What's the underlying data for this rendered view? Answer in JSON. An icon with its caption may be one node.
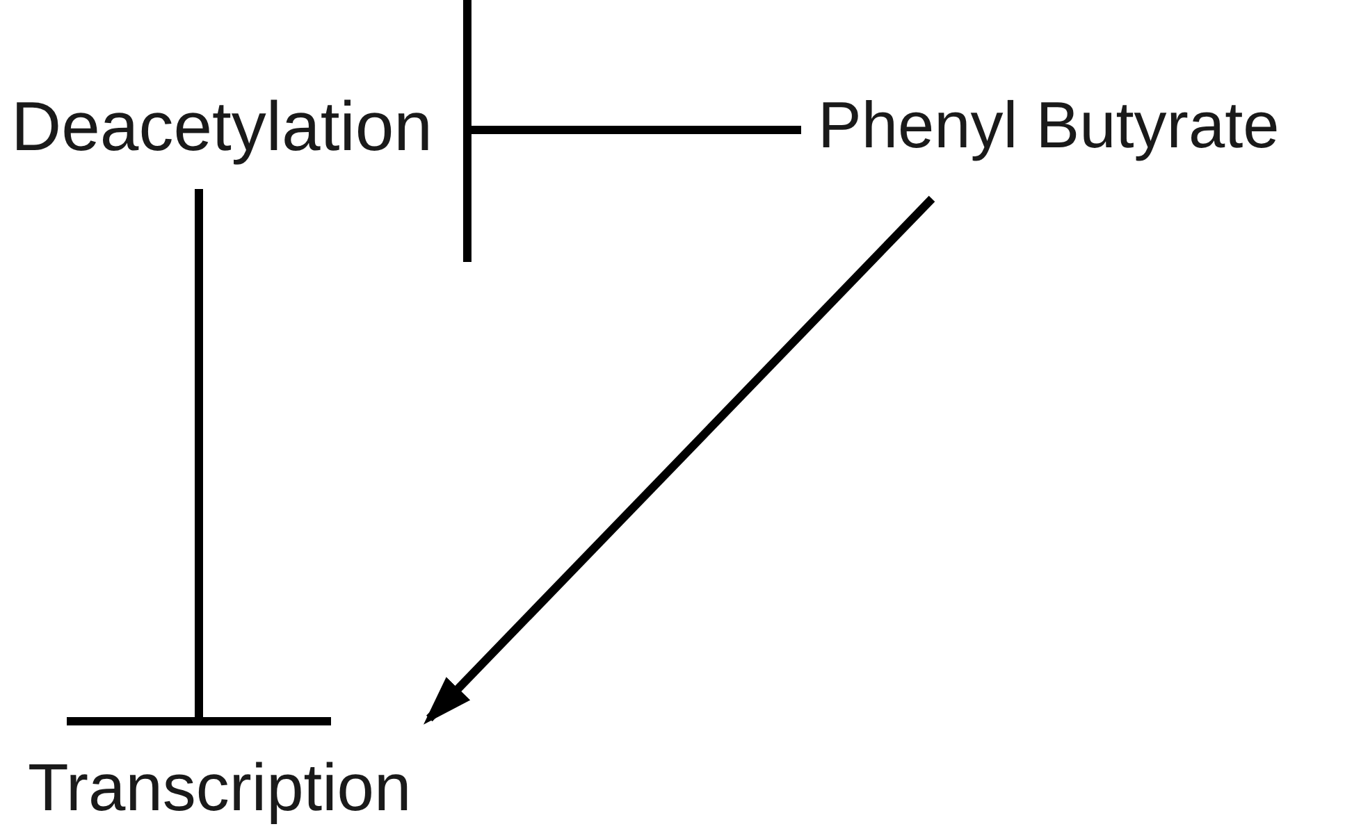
{
  "diagram": {
    "nodes": [
      {
        "text": [
          "Deacetylation"
        ]
      },
      {
        "text": [
          "Phenyl Butyrate"
        ]
      },
      {
        "text": [
          "Transcription"
        ]
      }
    ],
    "edges": [
      {
        "from": 1,
        "to": 0,
        "arrow": "other"
      },
      {
        "from": 0,
        "to": 2,
        "arrow": "other"
      },
      {
        "from": 1,
        "to": 2,
        "arrow": "to"
      }
    ]
  }
}
